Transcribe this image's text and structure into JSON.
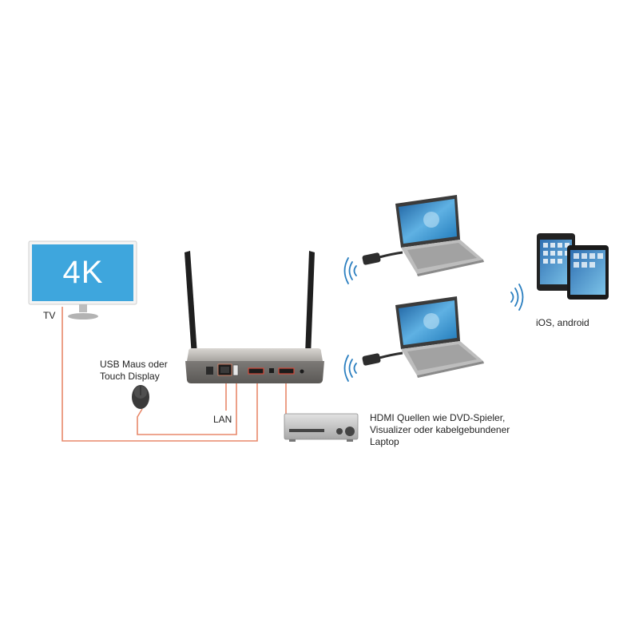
{
  "labels": {
    "tv_screen": "4K",
    "tv": "TV",
    "usb": "USB Maus oder\nTouch Display",
    "lan": "LAN",
    "hdmi_sources": "HDMI Quellen wie DVD-Spieler,\nVisualizer oder kabelgebundener\nLaptop",
    "mobile": "iOS, android"
  },
  "colors": {
    "cable": "#e8896b",
    "tv_screen": "#3ea6dd",
    "wifi": "#2b7fc0",
    "device_body": "#8a8a8a"
  }
}
